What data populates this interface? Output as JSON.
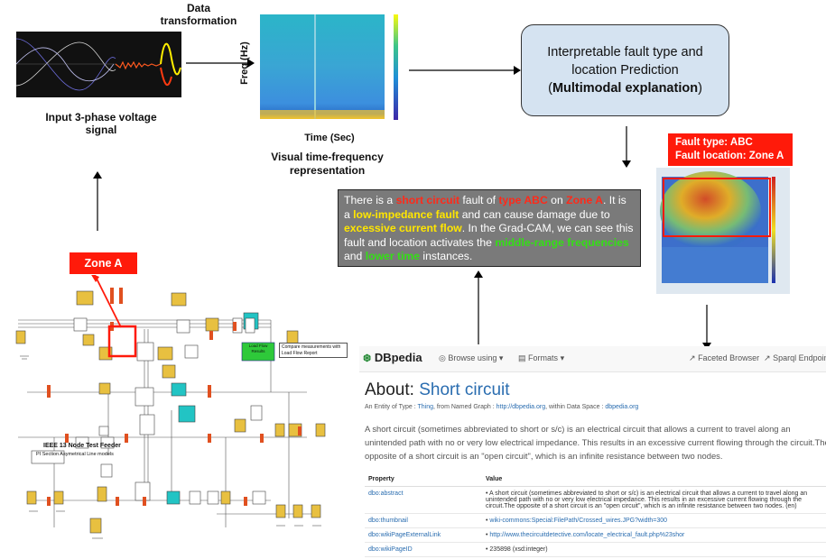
{
  "labels": {
    "data_transformation": "Data\ntransformation",
    "input_signal": "Input 3-phase voltage\nsignal",
    "visual_tf": "Visual time-frequency\nrepresentation",
    "freq_axis": "Freq (Hz)",
    "time_axis": "Time (Sec)",
    "prediction": "Interpretable fault type and location Prediction",
    "multimodal": "Multimodal explanation",
    "fault_type": "Fault type: ABC",
    "fault_location": "Fault location: Zone A",
    "zone_a": "Zone A",
    "feeder_title": "IEEE 13 Node Test Feeder",
    "feeder_subtitle": "PI Section Asymetrical Line  models",
    "load_flow": "Load Flow\nResults",
    "compare": "Compare measurements with\nLoad Flow Report"
  },
  "explanation": {
    "p1": "There is a ",
    "h1": "short circuit",
    "p2": " fault of ",
    "h2": "type ABC",
    "p3": " on ",
    "h3": "Zone A",
    "p4": ". It is a ",
    "h4": "low-impedance fault",
    "p5": " and can cause damage due to ",
    "h5": "excessive current flow",
    "p6": ".  In the Grad-CAM, we can see this fault and location activates the ",
    "h6": "middle-range frequencies",
    "p7": " and ",
    "h7": "lower time",
    "p8": " instances."
  },
  "colors": {
    "highlight_red": "#ff2a1a",
    "highlight_yellow": "#ffe600",
    "highlight_green": "#33e014",
    "prediction_box": "#d5e3f1",
    "fault_box": "#ff1a0a",
    "zone_box": "#ff1a0a",
    "explanation_box": "#7a7a7a"
  },
  "dbpedia": {
    "logo": "DBpedia",
    "browse": "Browse using",
    "formats": "Formats",
    "faceted": "Faceted Browser",
    "sparql": "Sparql Endpoint",
    "about_label": "About: ",
    "about_topic": "Short circuit",
    "meta_pre": "An Entity of Type : ",
    "meta_type": "Thing",
    "meta_mid": ", from Named Graph : ",
    "meta_graph": "http://dbpedia.org",
    "meta_mid2": ", within Data Space : ",
    "meta_space": "dbpedia.org",
    "description": "A short circuit (sometimes abbreviated to short or s/c) is an electrical circuit that allows a current to travel along an unintended path with no or very low electrical impedance. This results in an excessive current flowing through the circuit.The opposite of a short circuit is an \"open circuit\", which is an infinite resistance between two nodes.",
    "col_property": "Property",
    "col_value": "Value",
    "rows": [
      {
        "prop": "dbo:abstract",
        "value": "A short circuit (sometimes abbreviated to short or s/c) is an electrical circuit that allows a current to travel along an unintended path with no or very low electrical impedance. This results in an excessive current flowing through the circuit.The opposite of a short circuit is an \"open circuit\", which is an infinite resistance between two nodes. (en)"
      },
      {
        "prop": "dbo:thumbnail",
        "value": "wiki-commons:Special:FilePath/Crossed_wires.JPG?width=300"
      },
      {
        "prop": "dbo:wikiPageExternalLink",
        "value": "http://www.thecircuitdetective.com/locate_electrical_fault.php%23shor"
      },
      {
        "prop": "dbo:wikiPageID",
        "value": "235898 (xsd:integer)"
      }
    ]
  }
}
